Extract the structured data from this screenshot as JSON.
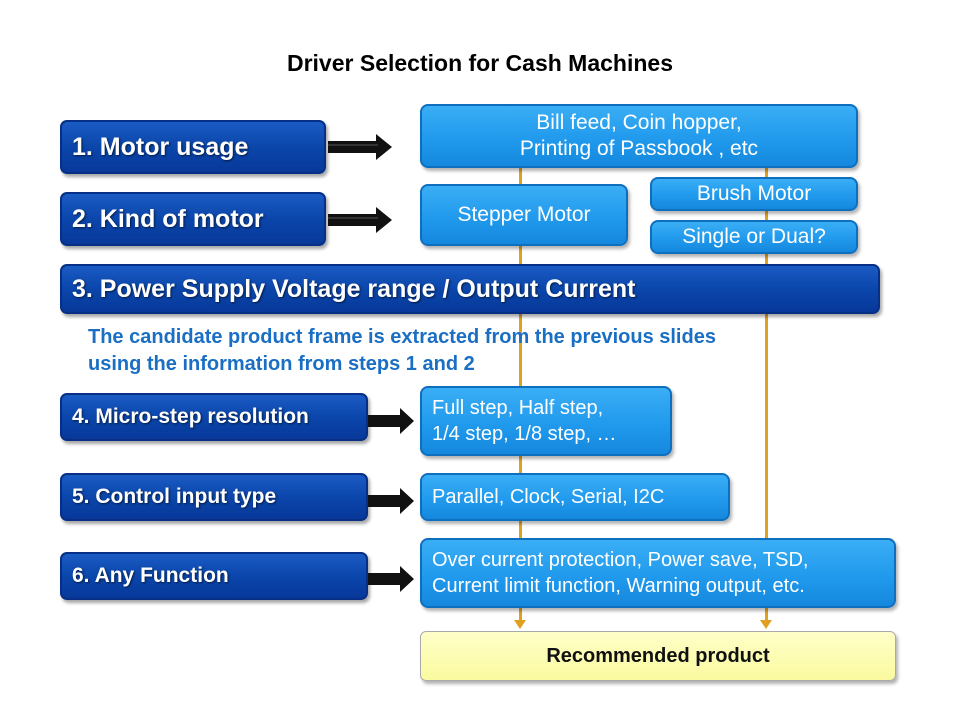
{
  "title": "Driver Selection for Cash Machines",
  "steps": [
    {
      "label": "1. Motor usage"
    },
    {
      "label": "2. Kind of motor"
    },
    {
      "label": "3. Power Supply Voltage range / Output Current"
    },
    {
      "label": "4. Micro-step resolution"
    },
    {
      "label": "5. Control input type"
    },
    {
      "label": "6. Any Function"
    }
  ],
  "options": {
    "motor_usage": [
      "Bill feed, Coin hopper,",
      "Printing of Passbook , etc"
    ],
    "stepper_motor": "Stepper Motor",
    "brush_motor": "Brush Motor",
    "single_or_dual": "Single or Dual?",
    "micro_step": [
      "Full step, Half step,",
      "1/4 step, 1/8 step, …"
    ],
    "control_input": "Parallel, Clock, Serial, I2C",
    "functions": [
      "Over current protection, Power save, TSD,",
      "Current  limit function, Warning output, etc."
    ]
  },
  "note": [
    "The candidate product frame is extracted from the previous slides",
    "using the information from steps 1 and 2"
  ],
  "result": "Recommended product",
  "colors": {
    "step": "#0b46ab",
    "option": "#1f98ec",
    "connector": "#e0a020",
    "note": "#1a6fc4",
    "result": "#fafaa0"
  }
}
